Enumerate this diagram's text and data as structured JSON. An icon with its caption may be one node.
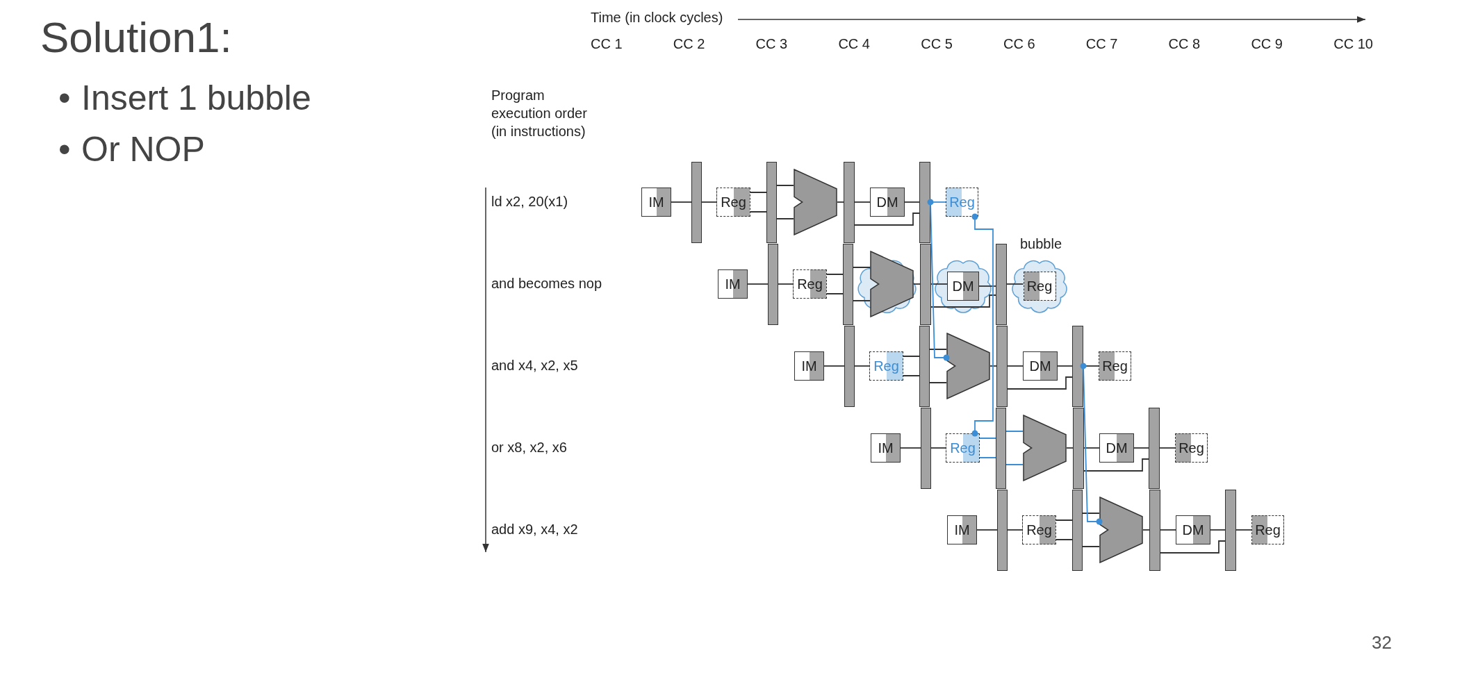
{
  "diagram": {
    "title": "Solution1:",
    "nodes": [
      {
        "text": [
          "IM"
        ]
      },
      {
        "text": [],
        "shape": "bar"
      },
      {
        "text": [
          "Reg"
        ]
      },
      {
        "text": [],
        "shape": "bar"
      },
      {
        "text": [],
        "shape": "trapezoid"
      },
      {
        "text": [],
        "shape": "bar"
      },
      {
        "text": [
          "DM"
        ]
      },
      {
        "text": [],
        "shape": "bar"
      },
      {
        "text": [
          "Reg"
        ]
      },
      {
        "text": [
          "IM"
        ]
      },
      {
        "text": [],
        "shape": "bar"
      },
      {
        "text": [
          "Reg"
        ]
      },
      {
        "text": [],
        "shape": "bar"
      },
      {
        "text": [],
        "shape": "cloud"
      },
      {
        "text": [],
        "shape": "trapezoid"
      },
      {
        "text": [],
        "shape": "bar"
      },
      {
        "text": [],
        "shape": "cloud"
      },
      {
        "text": [
          "DM"
        ],
        "in": 16
      },
      {
        "text": [],
        "shape": "bar"
      },
      {
        "text": [],
        "shape": "cloud",
        "beside": [
          "bubble"
        ]
      },
      {
        "text": [
          "Reg"
        ],
        "in": 19
      },
      {
        "text": [
          "IM"
        ]
      },
      {
        "text": [],
        "shape": "bar"
      },
      {
        "text": [
          "Reg"
        ]
      },
      {
        "text": [],
        "shape": "bar"
      },
      {
        "text": [],
        "shape": "trapezoid"
      },
      {
        "text": [],
        "shape": "bar"
      },
      {
        "text": [
          "DM"
        ]
      },
      {
        "text": [],
        "shape": "bar"
      },
      {
        "text": [
          "Reg"
        ]
      },
      {
        "text": [
          "IM"
        ]
      },
      {
        "text": [],
        "shape": "bar"
      },
      {
        "text": [
          "Reg"
        ]
      },
      {
        "text": [],
        "shape": "bar"
      },
      {
        "text": [],
        "shape": "trapezoid"
      },
      {
        "text": [],
        "shape": "bar"
      },
      {
        "text": [
          "DM"
        ]
      },
      {
        "text": [],
        "shape": "bar"
      },
      {
        "text": [
          "Reg"
        ]
      },
      {
        "text": [
          "IM"
        ]
      },
      {
        "text": [],
        "shape": "bar"
      },
      {
        "text": [
          "Reg"
        ]
      },
      {
        "text": [],
        "shape": "bar"
      },
      {
        "text": [],
        "shape": "trapezoid"
      },
      {
        "text": [],
        "shape": "bar"
      },
      {
        "text": [
          "DM"
        ]
      },
      {
        "text": [],
        "shape": "bar"
      },
      {
        "text": [
          "Reg"
        ]
      }
    ],
    "edges": [
      {
        "from": 0,
        "to": 1,
        "arrow": "none"
      },
      {
        "from": 1,
        "to": 2,
        "arrow": "none"
      },
      {
        "from": 2,
        "to": 3,
        "arrow": "none"
      },
      {
        "from": 3,
        "to": 4,
        "arrow": "none"
      },
      {
        "from": 4,
        "to": 5,
        "arrow": "none"
      },
      {
        "from": 5,
        "to": 6,
        "arrow": "none"
      },
      {
        "from": 6,
        "to": 7,
        "arrow": "none"
      },
      {
        "from": 5,
        "to": 7,
        "arrow": "none"
      },
      {
        "from": 7,
        "to": 8,
        "arrow": "none",
        "color": "#3b8ed6"
      },
      {
        "from": 9,
        "to": 10,
        "arrow": "none"
      },
      {
        "from": 10,
        "to": 11,
        "arrow": "none"
      },
      {
        "from": 11,
        "to": 12,
        "arrow": "none"
      },
      {
        "from": 12,
        "to": 14,
        "arrow": "none"
      },
      {
        "from": 14,
        "to": 15,
        "arrow": "none"
      },
      {
        "from": 15,
        "to": 17,
        "arrow": "none"
      },
      {
        "from": 17,
        "to": 18,
        "arrow": "none"
      },
      {
        "from": 15,
        "to": 18,
        "arrow": "none"
      },
      {
        "from": 18,
        "to": 20,
        "arrow": "none"
      },
      {
        "from": 21,
        "to": 22,
        "arrow": "none"
      },
      {
        "from": 22,
        "to": 23,
        "arrow": "none"
      },
      {
        "from": 23,
        "to": 24,
        "arrow": "none"
      },
      {
        "from": 24,
        "to": 25,
        "arrow": "none"
      },
      {
        "from": 25,
        "to": 26,
        "arrow": "none"
      },
      {
        "from": 26,
        "to": 27,
        "arrow": "none"
      },
      {
        "from": 27,
        "to": 28,
        "arrow": "none"
      },
      {
        "from": 26,
        "to": 28,
        "arrow": "none"
      },
      {
        "from": 28,
        "to": 29,
        "arrow": "none"
      },
      {
        "from": 30,
        "to": 31,
        "arrow": "none"
      },
      {
        "from": 31,
        "to": 32,
        "arrow": "none"
      },
      {
        "from": 32,
        "to": 33,
        "arrow": "none",
        "color": "#3b8ed6"
      },
      {
        "from": 33,
        "to": 34,
        "arrow": "none",
        "color": "#3b8ed6"
      },
      {
        "from": 34,
        "to": 35,
        "arrow": "none"
      },
      {
        "from": 35,
        "to": 36,
        "arrow": "none"
      },
      {
        "from": 36,
        "to": 37,
        "arrow": "none"
      },
      {
        "from": 35,
        "to": 37,
        "arrow": "none"
      },
      {
        "from": 37,
        "to": 38,
        "arrow": "none"
      },
      {
        "from": 39,
        "to": 40,
        "arrow": "none"
      },
      {
        "from": 40,
        "to": 41,
        "arrow": "none"
      },
      {
        "from": 41,
        "to": 42,
        "arrow": "none"
      },
      {
        "from": 42,
        "to": 43,
        "arrow": "none"
      },
      {
        "from": 43,
        "to": 44,
        "arrow": "none"
      },
      {
        "from": 44,
        "to": 45,
        "arrow": "none"
      },
      {
        "from": 45,
        "to": 46,
        "arrow": "none"
      },
      {
        "from": 44,
        "to": 46,
        "arrow": "none"
      },
      {
        "from": 46,
        "to": 47,
        "arrow": "none"
      },
      {
        "from": 7,
        "to": 25,
        "arrow": "other",
        "color": "#3b8ed6"
      },
      {
        "from": 8,
        "to": 32,
        "arrow": "other",
        "color": "#3b8ed6"
      },
      {
        "from": 28,
        "to": 43,
        "arrow": "other",
        "color": "#3b8ed6"
      }
    ],
    "labels": [
      "•",
      "Insert 1 bubble",
      "•",
      "Or NOP",
      "Time (in clock cycles)",
      "CC 1",
      "CC 2",
      "CC 3",
      "CC 4",
      "CC 5",
      "CC 6",
      "CC 7",
      "CC 8",
      "CC 9",
      "CC 10",
      "Program execution order (in instructions)",
      "ld x2, 20(x1)",
      "and becomes nop",
      "and x4, x2, x5",
      "or x8, x2, x6",
      "add x9, x4, x2",
      "32"
    ]
  }
}
